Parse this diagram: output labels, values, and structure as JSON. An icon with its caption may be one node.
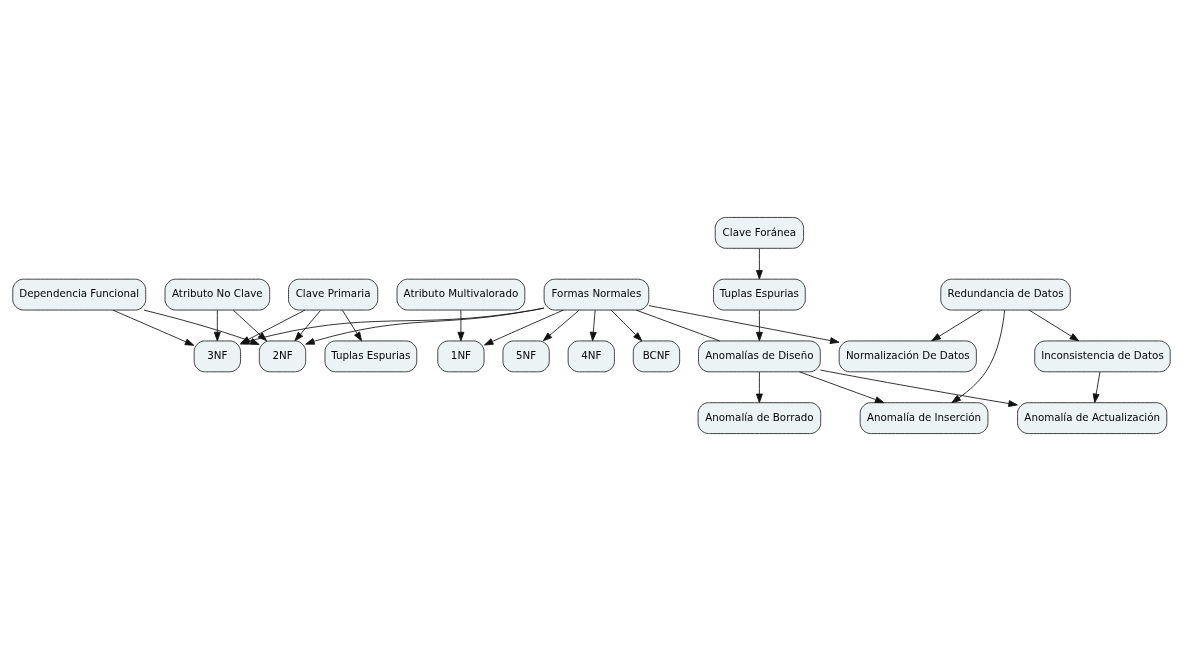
{
  "diagram": {
    "nodes": [
      {
        "text": [
          "Dependencia Funcional"
        ]
      },
      {
        "text": [
          "Atributo No Clave"
        ]
      },
      {
        "text": [
          "Clave Primaria"
        ]
      },
      {
        "text": [
          "Atributo Multivalorado"
        ]
      },
      {
        "text": [
          "1NF"
        ]
      },
      {
        "text": [
          "Tuplas Espurias"
        ]
      },
      {
        "text": [
          "BCNF"
        ]
      },
      {
        "text": [
          "3NF"
        ]
      },
      {
        "text": [
          "2NF"
        ]
      },
      {
        "text": [
          "5NF"
        ]
      },
      {
        "text": [
          "Clave Foránea"
        ]
      },
      {
        "text": [
          "Formas Normales"
        ]
      },
      {
        "text": [
          "4NF"
        ]
      },
      {
        "text": [
          "Normalización De Datos"
        ]
      },
      {
        "text": [
          "Anomalías de Diseño"
        ]
      },
      {
        "text": [
          "Tuplas Espurias"
        ]
      },
      {
        "text": [
          "Anomalía de Borrado"
        ]
      },
      {
        "text": [
          "Anomalía de Inserción"
        ]
      },
      {
        "text": [
          "Redundancia de Datos"
        ]
      },
      {
        "text": [
          "Inconsistencia de Datos"
        ]
      },
      {
        "text": [
          "Anomalía de Actualización"
        ]
      }
    ],
    "edges": [
      {
        "from": 0,
        "to": 7,
        "arrow": "to"
      },
      {
        "from": 0,
        "to": 8,
        "arrow": "to"
      },
      {
        "from": 1,
        "to": 7,
        "arrow": "to"
      },
      {
        "from": 1,
        "to": 8,
        "arrow": "to"
      },
      {
        "from": 2,
        "to": 7,
        "arrow": "to"
      },
      {
        "from": 2,
        "to": 8,
        "arrow": "to"
      },
      {
        "from": 2,
        "to": 5,
        "arrow": "to"
      },
      {
        "from": 3,
        "to": 4,
        "arrow": "to"
      },
      {
        "from": 11,
        "to": 4,
        "arrow": "to"
      },
      {
        "from": 11,
        "to": 6,
        "arrow": "to"
      },
      {
        "from": 11,
        "to": 7,
        "arrow": "to"
      },
      {
        "from": 11,
        "to": 8,
        "arrow": "to"
      },
      {
        "from": 11,
        "to": 9,
        "arrow": "to"
      },
      {
        "from": 11,
        "to": 12,
        "arrow": "to"
      },
      {
        "from": 11,
        "to": 13,
        "arrow": "to"
      },
      {
        "from": 11,
        "to": 14,
        "arrow": "none"
      },
      {
        "from": 10,
        "to": 15,
        "arrow": "to"
      },
      {
        "from": 15,
        "to": 14,
        "arrow": "to"
      },
      {
        "from": 14,
        "to": 17,
        "arrow": "to"
      },
      {
        "from": 14,
        "to": 16,
        "arrow": "to"
      },
      {
        "from": 14,
        "to": 20,
        "arrow": "to"
      },
      {
        "from": 18,
        "to": 13,
        "arrow": "to"
      },
      {
        "from": 18,
        "to": 17,
        "arrow": "to"
      },
      {
        "from": 18,
        "to": 19,
        "arrow": "to"
      },
      {
        "from": 19,
        "to": 20,
        "arrow": "to"
      }
    ]
  }
}
